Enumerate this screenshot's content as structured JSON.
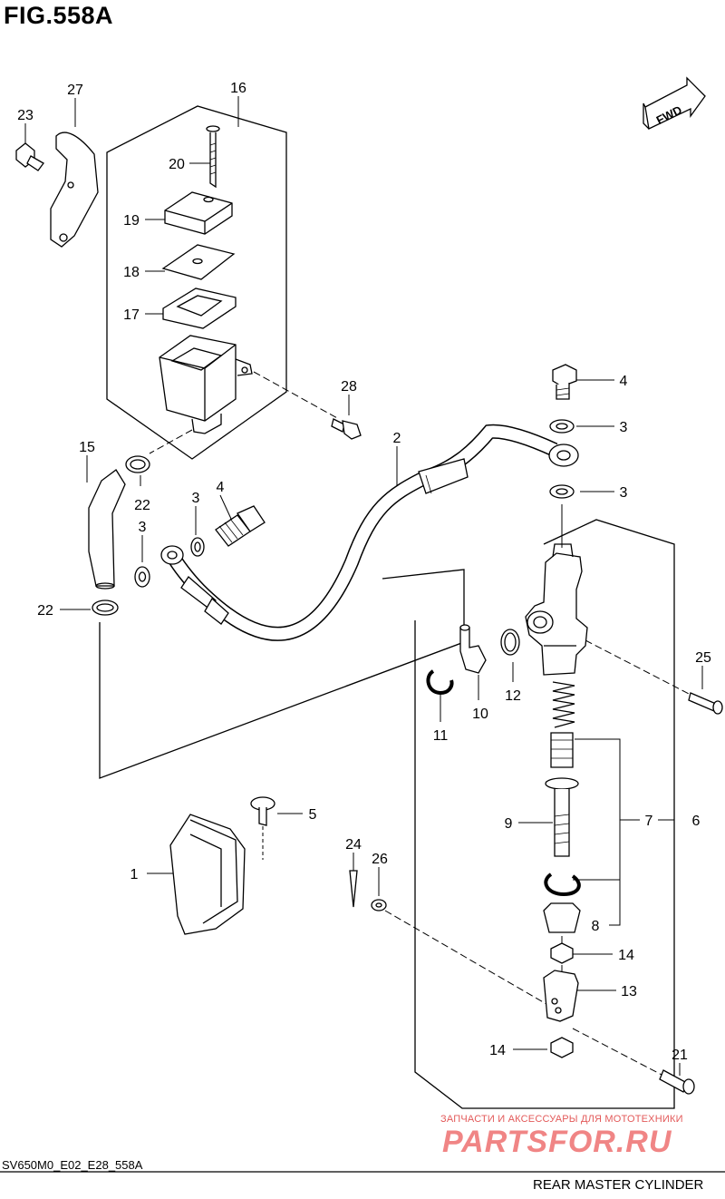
{
  "figure": {
    "title": "FIG.558A",
    "code": "SV650M0_E02_E28_558A",
    "caption": "REAR MASTER CYLINDER",
    "fwd_label": "FWD"
  },
  "watermark": {
    "line1": "ЗАПЧАСТИ И АКСЕССУАРЫ ДЛЯ МОТОТЕХНИКИ",
    "line2": "PARTSFOR.RU"
  },
  "callouts": {
    "n1": "1",
    "n2": "2",
    "n3a": "3",
    "n3b": "3",
    "n3c": "3",
    "n3d": "3",
    "n4a": "4",
    "n4b": "4",
    "n5": "5",
    "n6": "6",
    "n7": "7",
    "n8": "8",
    "n9": "9",
    "n10": "10",
    "n11": "11",
    "n12": "12",
    "n13": "13",
    "n14a": "14",
    "n14b": "14",
    "n15": "15",
    "n16": "16",
    "n17": "17",
    "n18": "18",
    "n19": "19",
    "n20": "20",
    "n21": "21",
    "n22a": "22",
    "n22b": "22",
    "n23": "23",
    "n24": "24",
    "n25": "25",
    "n26": "26",
    "n27": "27",
    "n28": "28"
  }
}
